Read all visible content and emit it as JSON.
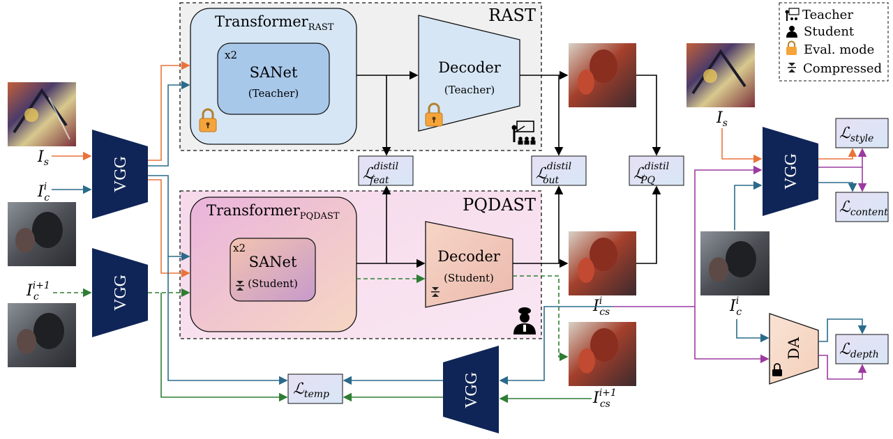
{
  "rast_panel": {
    "title": "RAST"
  },
  "pqdast_panel": {
    "title": "PQDAST"
  },
  "transformer_rast": {
    "label": "Transformer",
    "sub": "RAST"
  },
  "transformer_pqdast": {
    "label": "Transformer",
    "sub": "PQDAST"
  },
  "sanet_teacher": {
    "repeat": "x2",
    "label": "SANet",
    "role": "(Teacher)"
  },
  "sanet_student": {
    "repeat": "x2",
    "label": "SANet",
    "role": "(Student)"
  },
  "decoder_teacher": {
    "label": "Decoder",
    "role": "(Teacher)"
  },
  "decoder_student": {
    "label": "Decoder",
    "role": "(Student)"
  },
  "encoders": {
    "vgg_label": "VGG",
    "da_label": "DA"
  },
  "losses": {
    "symbol": "ℒ",
    "feat": {
      "sub": "feat",
      "sup": "distil"
    },
    "out": {
      "sub": "out",
      "sup": "distil"
    },
    "pq": {
      "sub": "PQ",
      "sup": "distil"
    },
    "temp": {
      "sub": "temp"
    },
    "style": {
      "sub": "style"
    },
    "content": {
      "sub": "content"
    },
    "depth": {
      "sub": "depth"
    }
  },
  "inputs": {
    "style": {
      "base": "I",
      "sub": "s"
    },
    "content": {
      "base": "I",
      "sub": "c",
      "sup": "i"
    },
    "content_next": {
      "base": "I",
      "sub": "c",
      "sup": "i+1"
    },
    "stylized": {
      "base": "I",
      "sub": "cs",
      "sup": "i"
    },
    "stylized_next": {
      "base": "I",
      "sub": "cs",
      "sup": "i+1"
    }
  },
  "legend": {
    "teacher": "Teacher",
    "student": "Student",
    "eval_mode": "Eval. mode",
    "compressed": "Compressed"
  },
  "colors": {
    "orange": "#e8743b",
    "teal": "#2a6a8a",
    "green": "#2e7d32",
    "purple": "#9c3aa0",
    "navy": "#0f2557"
  }
}
